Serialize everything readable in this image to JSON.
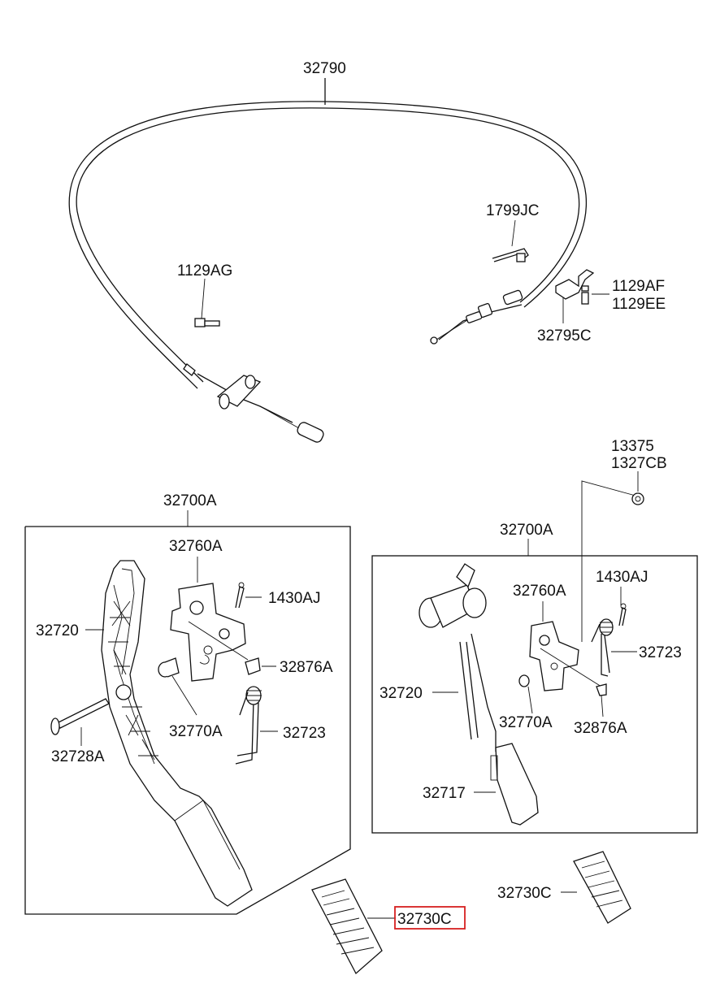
{
  "highlight_color": "#d62020",
  "labels": {
    "cable": "32790",
    "bolt_left": "1129AG",
    "clip": "1799JC",
    "bolt_right_1": "1129AF",
    "bolt_right_2": "1129EE",
    "bracket": "32795C",
    "nut_1": "13375",
    "nut_2": "1327CB",
    "assy_left": "32700A",
    "assy_right": "32700A",
    "bracket_left": "32760A",
    "bracket_right": "32760A",
    "pin_left": "1430AJ",
    "pin_right": "1430AJ",
    "arm_left": "32720",
    "arm_right": "32720",
    "bushing_small_left": "32876A",
    "bushing_small_right": "32876A",
    "bushing_left": "32770A",
    "bushing_right": "32770A",
    "spring_left": "32723",
    "spring_right": "32723",
    "pivot_pin": "32728A",
    "pad_arm": "32717",
    "pad_highlighted": "32730C",
    "pad_right": "32730C"
  }
}
